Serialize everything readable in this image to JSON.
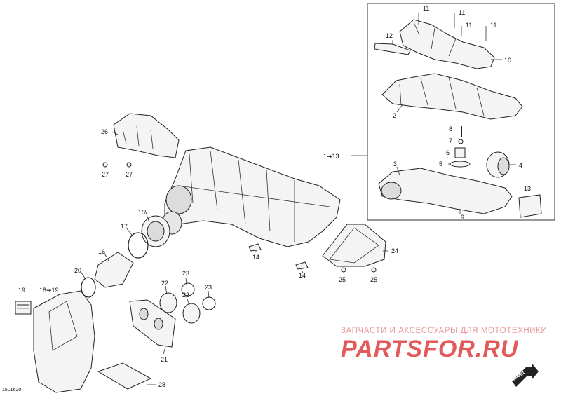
{
  "callouts": [
    {
      "id": "c11a",
      "text": "11"
    },
    {
      "id": "c11b",
      "text": "11"
    },
    {
      "id": "c11c",
      "text": "11"
    },
    {
      "id": "c11d",
      "text": "11"
    },
    {
      "id": "c12",
      "text": "12"
    },
    {
      "id": "c10",
      "text": "10"
    },
    {
      "id": "c2",
      "text": "2"
    },
    {
      "id": "c8",
      "text": "8"
    },
    {
      "id": "c7",
      "text": "7"
    },
    {
      "id": "c6",
      "text": "6"
    },
    {
      "id": "c5",
      "text": "5"
    },
    {
      "id": "c4",
      "text": "4"
    },
    {
      "id": "c3",
      "text": "3"
    },
    {
      "id": "c9",
      "text": "9"
    },
    {
      "id": "c13",
      "text": "13"
    },
    {
      "id": "c1to13",
      "text": "1➔13"
    },
    {
      "id": "c26",
      "text": "26"
    },
    {
      "id": "c27a",
      "text": "27"
    },
    {
      "id": "c27b",
      "text": "27"
    },
    {
      "id": "c15",
      "text": "15"
    },
    {
      "id": "c17",
      "text": "17"
    },
    {
      "id": "c16",
      "text": "16"
    },
    {
      "id": "c20",
      "text": "20"
    },
    {
      "id": "c19",
      "text": "19"
    },
    {
      "id": "c18to19",
      "text": "18➔19"
    },
    {
      "id": "c22",
      "text": "22"
    },
    {
      "id": "c23a",
      "text": "23"
    },
    {
      "id": "c23b",
      "text": "23"
    },
    {
      "id": "c22b",
      "text": "22"
    },
    {
      "id": "c21",
      "text": "21"
    },
    {
      "id": "c28",
      "text": "28"
    },
    {
      "id": "c14a",
      "text": "14"
    },
    {
      "id": "c14b",
      "text": "14"
    },
    {
      "id": "c24",
      "text": "24"
    },
    {
      "id": "c25a",
      "text": "25"
    },
    {
      "id": "c25b",
      "text": "25"
    }
  ],
  "watermark": {
    "tagline": "ЗАПЧАСТИ И АКСЕССУАРЫ ДЛЯ МОТОТЕХНИКИ",
    "logo": "PARTSFOR.RU"
  },
  "drawing_code": "15L1620",
  "front_badge": {
    "line1": "Front",
    "line2": "Avant"
  },
  "colors": {
    "line": "#222222",
    "watermark": "#e25a5a",
    "badge": "#222222"
  }
}
